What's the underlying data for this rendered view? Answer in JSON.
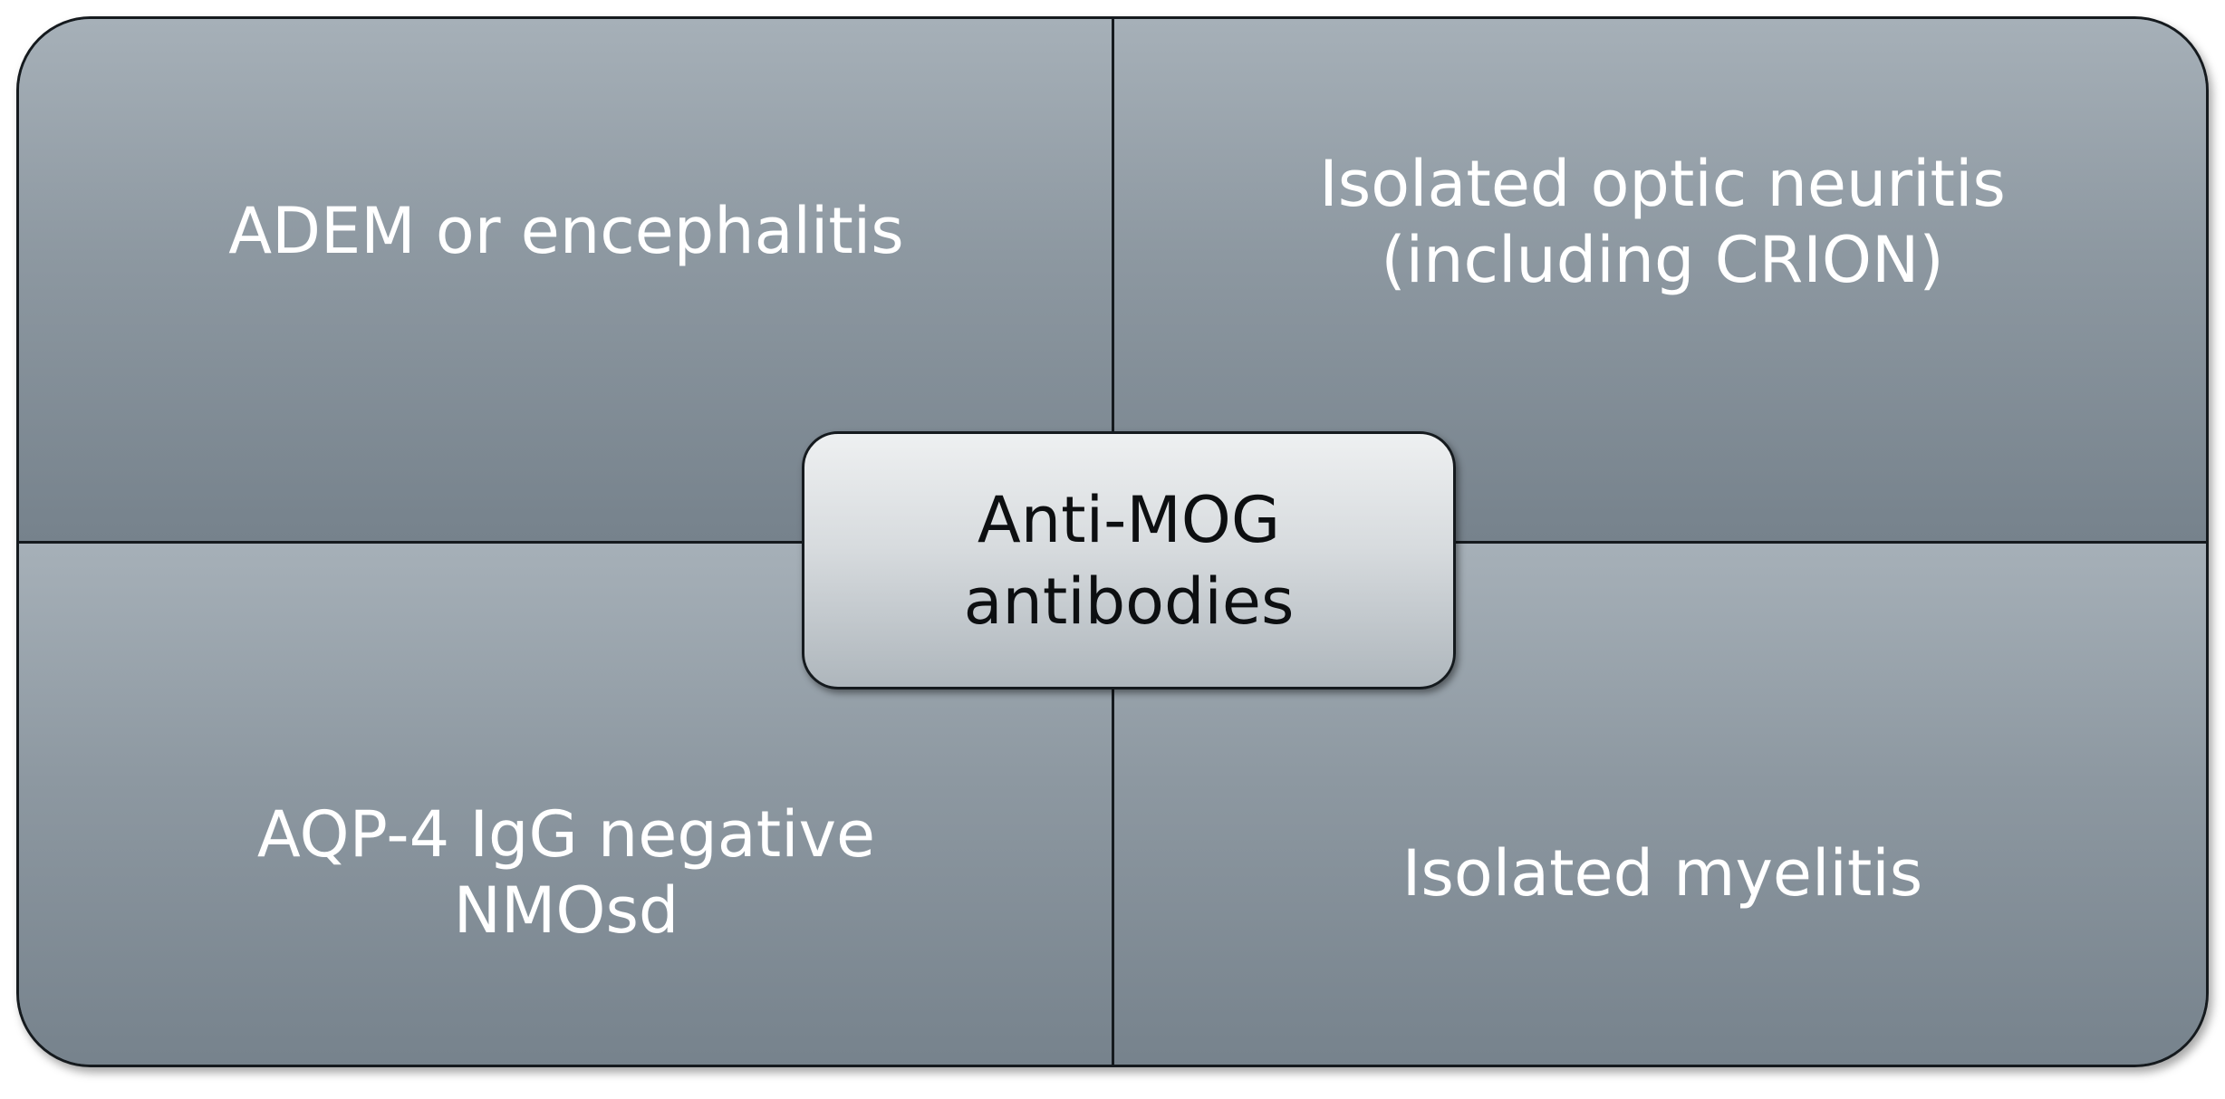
{
  "center": {
    "line1": "Anti-MOG",
    "line2": "antibodies"
  },
  "quadrants": {
    "top_left": {
      "lines": [
        "ADEM or encephalitis"
      ]
    },
    "top_right": {
      "lines": [
        "Isolated optic neuritis",
        "(including CRION)"
      ]
    },
    "bottom_left": {
      "lines": [
        "AQP-4 IgG negative",
        "NMOsd"
      ]
    },
    "bottom_right": {
      "lines": [
        "Isolated myelitis"
      ]
    }
  },
  "colors": {
    "panel_top": "#a6b0b8",
    "panel_bottom": "#76828c",
    "center_top": "#eef0f1",
    "center_bottom": "#aeb6bc",
    "border": "#151a1e",
    "quadrant_text": "#ffffff",
    "center_text": "#0d0f11"
  }
}
